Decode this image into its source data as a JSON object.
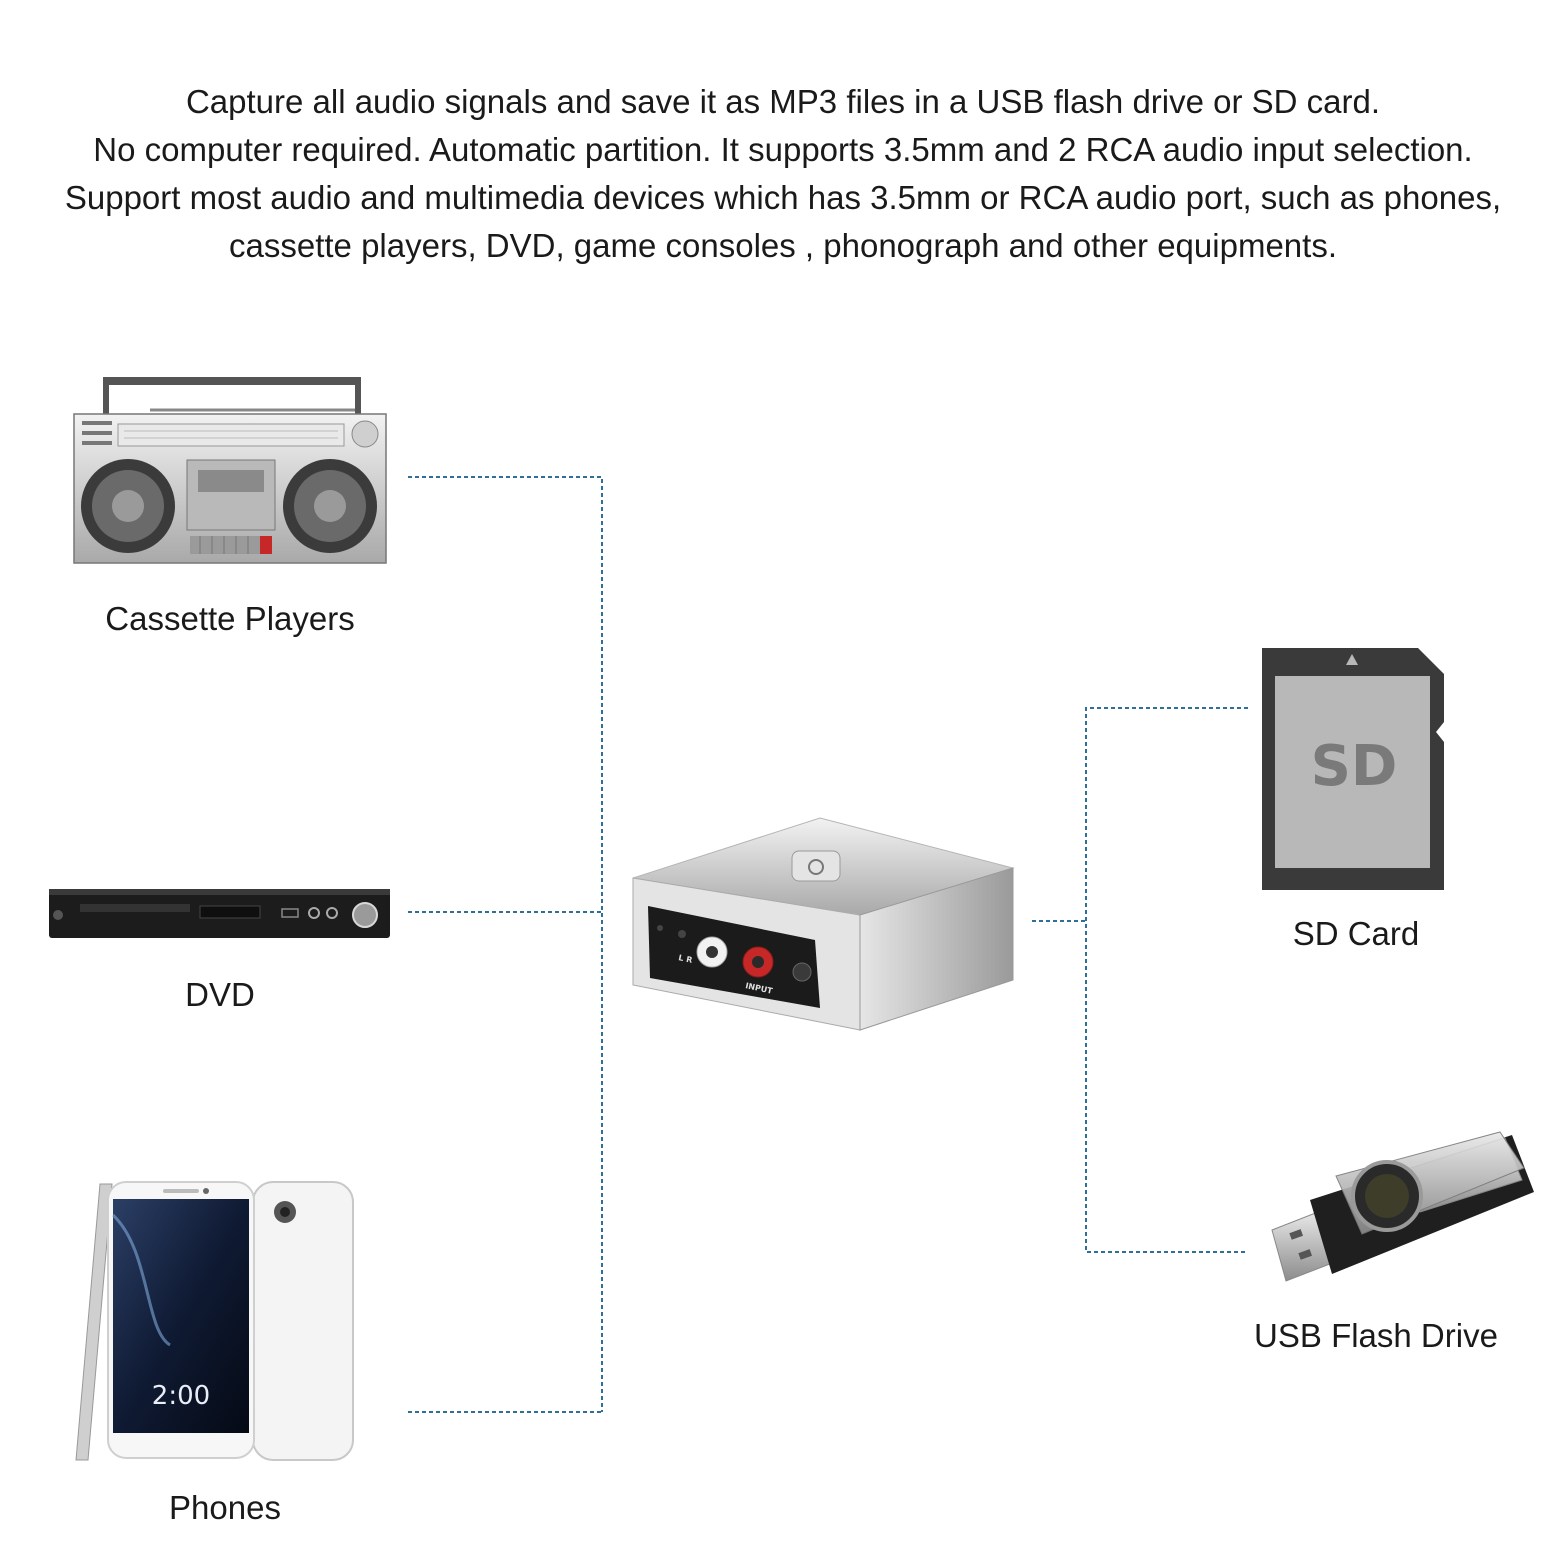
{
  "intro": {
    "lines": [
      "Capture all audio signals and save it as MP3 files in a USB flash drive or SD card.",
      "No computer required. Automatic partition. It supports 3.5mm and 2 RCA audio input selection.",
      "Support most audio and multimedia devices which has  3.5mm or RCA audio port, such as phones,",
      "cassette players, DVD, game consoles , phonograph and other equipments."
    ]
  },
  "sources": [
    {
      "label": "Cassette Players",
      "icon": "cassette-player-icon"
    },
    {
      "label": "DVD",
      "icon": "dvd-player-icon"
    },
    {
      "label": "Phones",
      "icon": "phone-icon"
    }
  ],
  "recorder": {
    "icon": "audio-recorder-icon",
    "port_label": "INPUT",
    "side_label": "L R"
  },
  "outputs": [
    {
      "label": "SD Card",
      "icon": "sd-card-icon",
      "card_text": "SD"
    },
    {
      "label": "USB Flash Drive",
      "icon": "usb-flash-drive-icon"
    }
  ],
  "colors": {
    "connector_line": "#2f6f98",
    "device_silver": "#c9c9c9",
    "sd_card_body": "#3a3a3a",
    "sd_card_label": "#b8b8b8"
  }
}
